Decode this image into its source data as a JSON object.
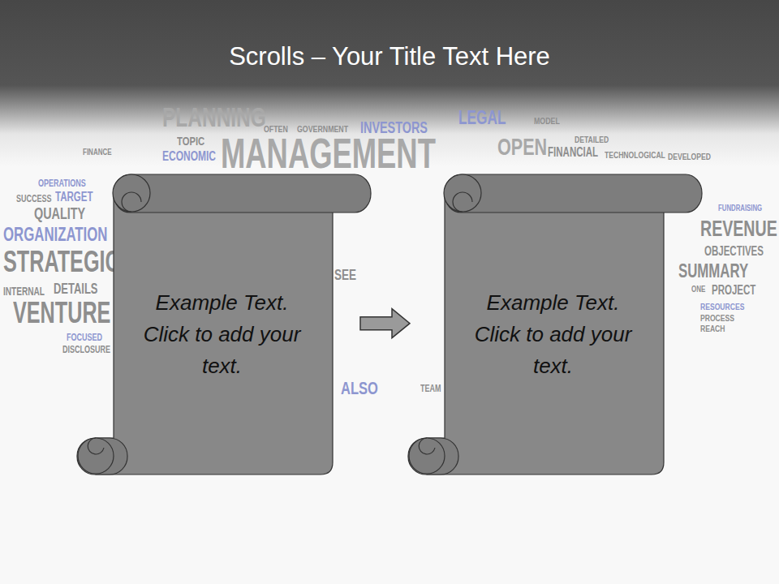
{
  "diagram": {
    "title": "Scrolls – Your Title Text Here",
    "nodes": [
      {
        "text": [
          "Example Text. Click  to add your text."
        ]
      },
      {
        "text": [
          "Example Text. Click  to add your text."
        ]
      }
    ],
    "edges": [
      {
        "from": 0,
        "to": 1,
        "arrow": "to"
      }
    ],
    "labels": [
      "PLANNING",
      "LEGAL",
      "MODEL",
      "INVESTORS",
      "GOVERNMENT",
      "OFTEN",
      "MANAGEMENT",
      "TOPIC",
      "ECONOMIC",
      "FINANCE",
      "OPERATIONS",
      "SUCCESS",
      "TARGET",
      "QUALITY",
      "ORGANIZATION",
      "STRATEGIC",
      "INTERNAL",
      "DETAILS",
      "VENTURE",
      "FOCUSED",
      "DISCLOSURE",
      "OPEN",
      "FINANCIAL",
      "DETAILED",
      "TECHNOLOGICAL",
      "DEVELOPED",
      "FUNDRAISING",
      "REVENUE",
      "OBJECTIVES",
      "SUMMARY",
      "ONE",
      "PROJECT",
      "RESOURCES",
      "PROCESS",
      "REACH",
      "ALSO",
      "TEAM",
      "SEE"
    ]
  }
}
